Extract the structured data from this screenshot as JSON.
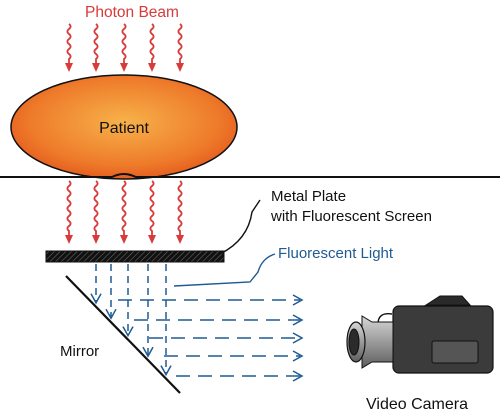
{
  "diagram": {
    "labels": {
      "photon_beam": "Photon Beam",
      "patient": "Patient",
      "metal_plate_line1": "Metal Plate",
      "metal_plate_line2": "with Fluorescent Screen",
      "fluorescent_light": "Fluorescent Light",
      "mirror": "Mirror",
      "video_camera": "Video Camera"
    },
    "colors": {
      "photon_beam": "#d93a3a",
      "patient_fill_center": "#f5a23c",
      "patient_fill_edge": "#e8541e",
      "fluorescent_light": "#1f5b93",
      "outline": "#111111",
      "camera_body": "#3b3b3b",
      "camera_lens": "#9a9a9a"
    },
    "icons": {
      "beam_arrow": "wavy-arrow-down-icon",
      "light_arrow": "dashed-arrow-icon",
      "camera": "video-camera-icon"
    }
  }
}
